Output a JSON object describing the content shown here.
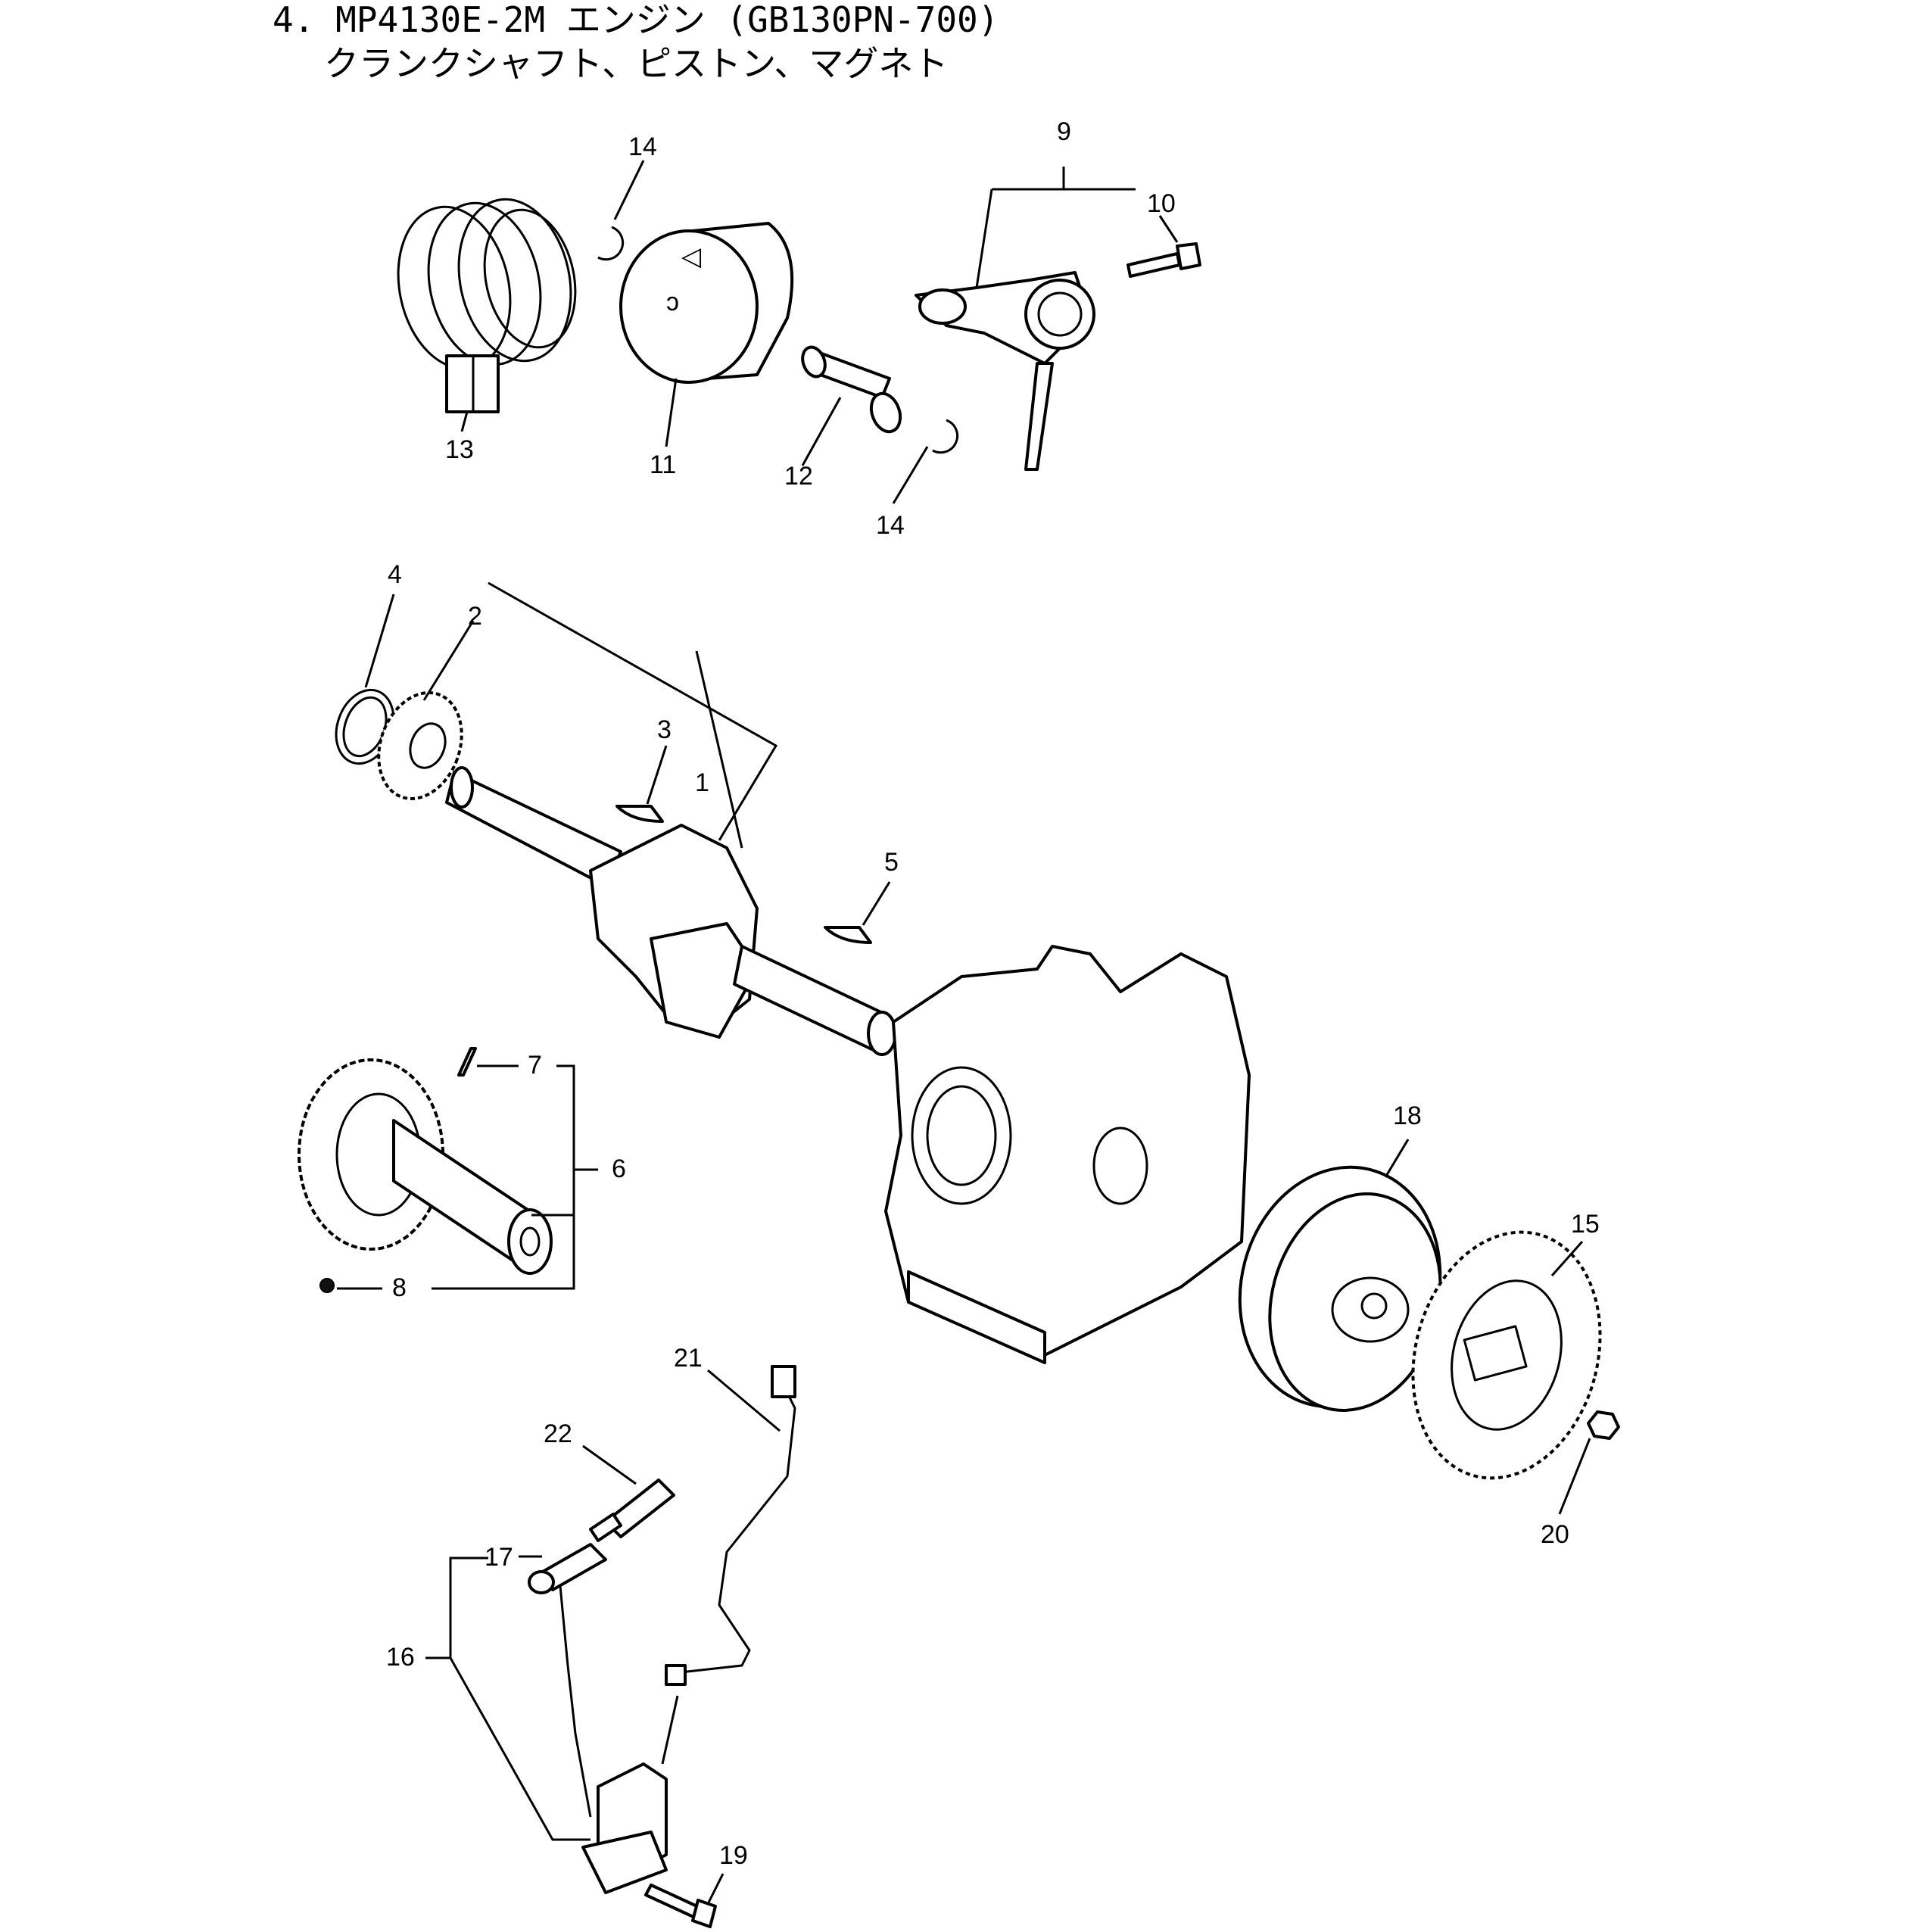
{
  "title": {
    "line1": "4. MP4130E-2M エンジン (GB130PN-700)",
    "line2": "クランクシャフト、ピストン、マグネト"
  },
  "callouts": [
    {
      "id": "1",
      "label": "1"
    },
    {
      "id": "2",
      "label": "2"
    },
    {
      "id": "3",
      "label": "3"
    },
    {
      "id": "4",
      "label": "4"
    },
    {
      "id": "5",
      "label": "5"
    },
    {
      "id": "6",
      "label": "6"
    },
    {
      "id": "7",
      "label": "7"
    },
    {
      "id": "8",
      "label": "8"
    },
    {
      "id": "9",
      "label": "9"
    },
    {
      "id": "10",
      "label": "10"
    },
    {
      "id": "11",
      "label": "11"
    },
    {
      "id": "12",
      "label": "12"
    },
    {
      "id": "13",
      "label": "13"
    },
    {
      "id": "14a",
      "label": "14"
    },
    {
      "id": "14b",
      "label": "14"
    },
    {
      "id": "15",
      "label": "15"
    },
    {
      "id": "16",
      "label": "16"
    },
    {
      "id": "17",
      "label": "17"
    },
    {
      "id": "18",
      "label": "18"
    },
    {
      "id": "19",
      "label": "19"
    },
    {
      "id": "20",
      "label": "20"
    },
    {
      "id": "21",
      "label": "21"
    },
    {
      "id": "22",
      "label": "22"
    }
  ]
}
